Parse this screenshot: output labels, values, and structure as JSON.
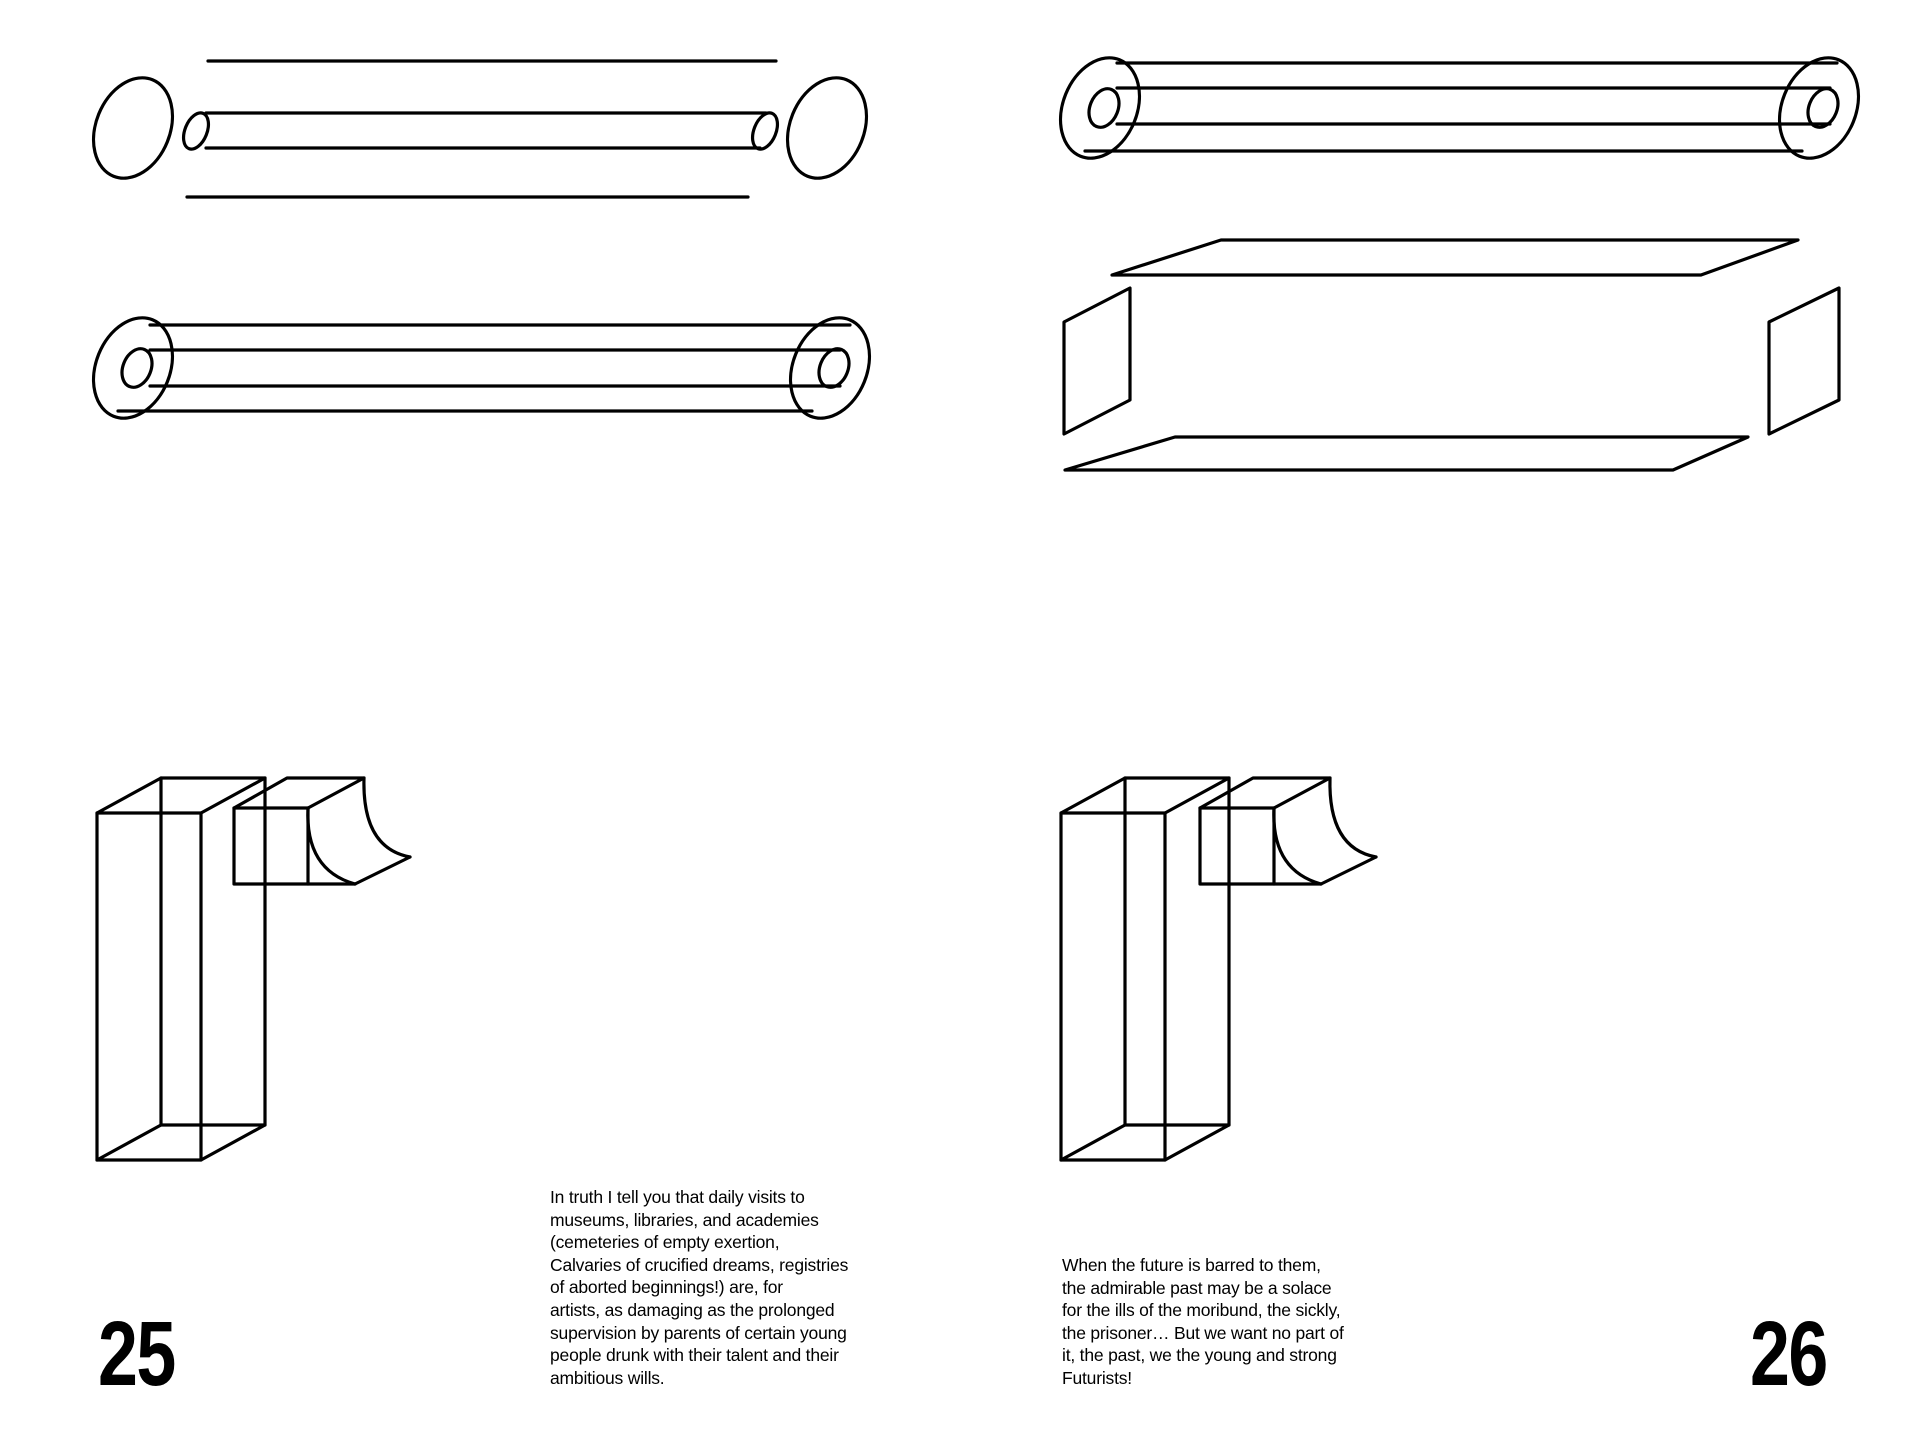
{
  "left_page": {
    "page_number": "25",
    "text_lines": [
      "In truth I tell you that daily visits to",
      "museums, libraries, and academies",
      "(cemeteries of empty exertion,",
      "Calvaries of crucified dreams, registries",
      "of aborted beginnings!) are, for",
      "artists, as damaging as the prolonged",
      "supervision by parents of certain young",
      "people drunk with their talent and their",
      "ambitious wills."
    ]
  },
  "right_page": {
    "page_number": "26",
    "text_lines": [
      "When the future is barred to them,",
      "the admirable past may be a solace",
      "for the ills of the moribund, the sickly,",
      "the prisoner… But we want no part of",
      "it, the past, we the young and strong",
      "Futurists!"
    ]
  }
}
